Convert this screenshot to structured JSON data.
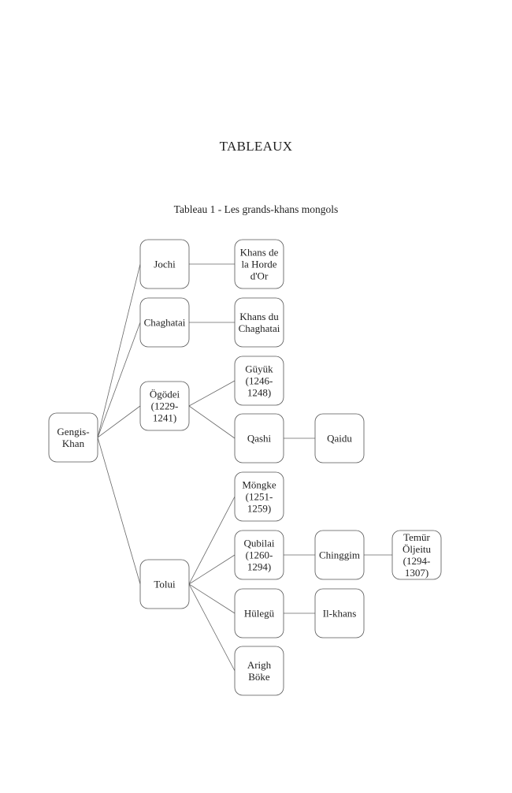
{
  "page": {
    "heading": "TABLEAUX",
    "caption": "Tableau 1 - Les grands-khans mongols"
  },
  "tree": {
    "nodes": [
      {
        "id": "gengis",
        "lines": [
          "Gengis-",
          "Khan"
        ]
      },
      {
        "id": "jochi",
        "lines": [
          "Jochi"
        ]
      },
      {
        "id": "chaghatai",
        "lines": [
          "Chaghatai"
        ]
      },
      {
        "id": "ogodei",
        "lines": [
          "Ögödei",
          "(1229-",
          "1241)"
        ]
      },
      {
        "id": "tolui",
        "lines": [
          "Tolui"
        ]
      },
      {
        "id": "horde-or",
        "lines": [
          "Khans de",
          "la Horde",
          "d'Or"
        ]
      },
      {
        "id": "khans-chaghatai",
        "lines": [
          "Khans du",
          "Chaghatai"
        ]
      },
      {
        "id": "guyuk",
        "lines": [
          "Güyük",
          "(1246-",
          "1248)"
        ]
      },
      {
        "id": "qashi",
        "lines": [
          "Qashi"
        ]
      },
      {
        "id": "mongke",
        "lines": [
          "Möngke",
          "(1251-",
          "1259)"
        ]
      },
      {
        "id": "qubilai",
        "lines": [
          "Qubilai",
          "(1260-",
          "1294)"
        ]
      },
      {
        "id": "hulegu",
        "lines": [
          "Hülegü"
        ]
      },
      {
        "id": "arigh-boke",
        "lines": [
          "Arigh",
          "Böke"
        ]
      },
      {
        "id": "qaidu",
        "lines": [
          "Qaidu"
        ]
      },
      {
        "id": "chinggim",
        "lines": [
          "Chinggim"
        ]
      },
      {
        "id": "il-khans",
        "lines": [
          "Il-khans"
        ]
      },
      {
        "id": "temur",
        "lines": [
          "Temür",
          "Öljeitu",
          "(1294-",
          "1307)"
        ]
      }
    ],
    "edges": [
      [
        "gengis",
        "jochi"
      ],
      [
        "gengis",
        "chaghatai"
      ],
      [
        "gengis",
        "ogodei"
      ],
      [
        "gengis",
        "tolui"
      ],
      [
        "jochi",
        "horde-or"
      ],
      [
        "chaghatai",
        "khans-chaghatai"
      ],
      [
        "ogodei",
        "guyuk"
      ],
      [
        "ogodei",
        "qashi"
      ],
      [
        "qashi",
        "qaidu"
      ],
      [
        "tolui",
        "mongke"
      ],
      [
        "tolui",
        "qubilai"
      ],
      [
        "tolui",
        "hulegu"
      ],
      [
        "tolui",
        "arigh-boke"
      ],
      [
        "qubilai",
        "chinggim"
      ],
      [
        "chinggim",
        "temur"
      ],
      [
        "hulegu",
        "il-khans"
      ]
    ]
  }
}
